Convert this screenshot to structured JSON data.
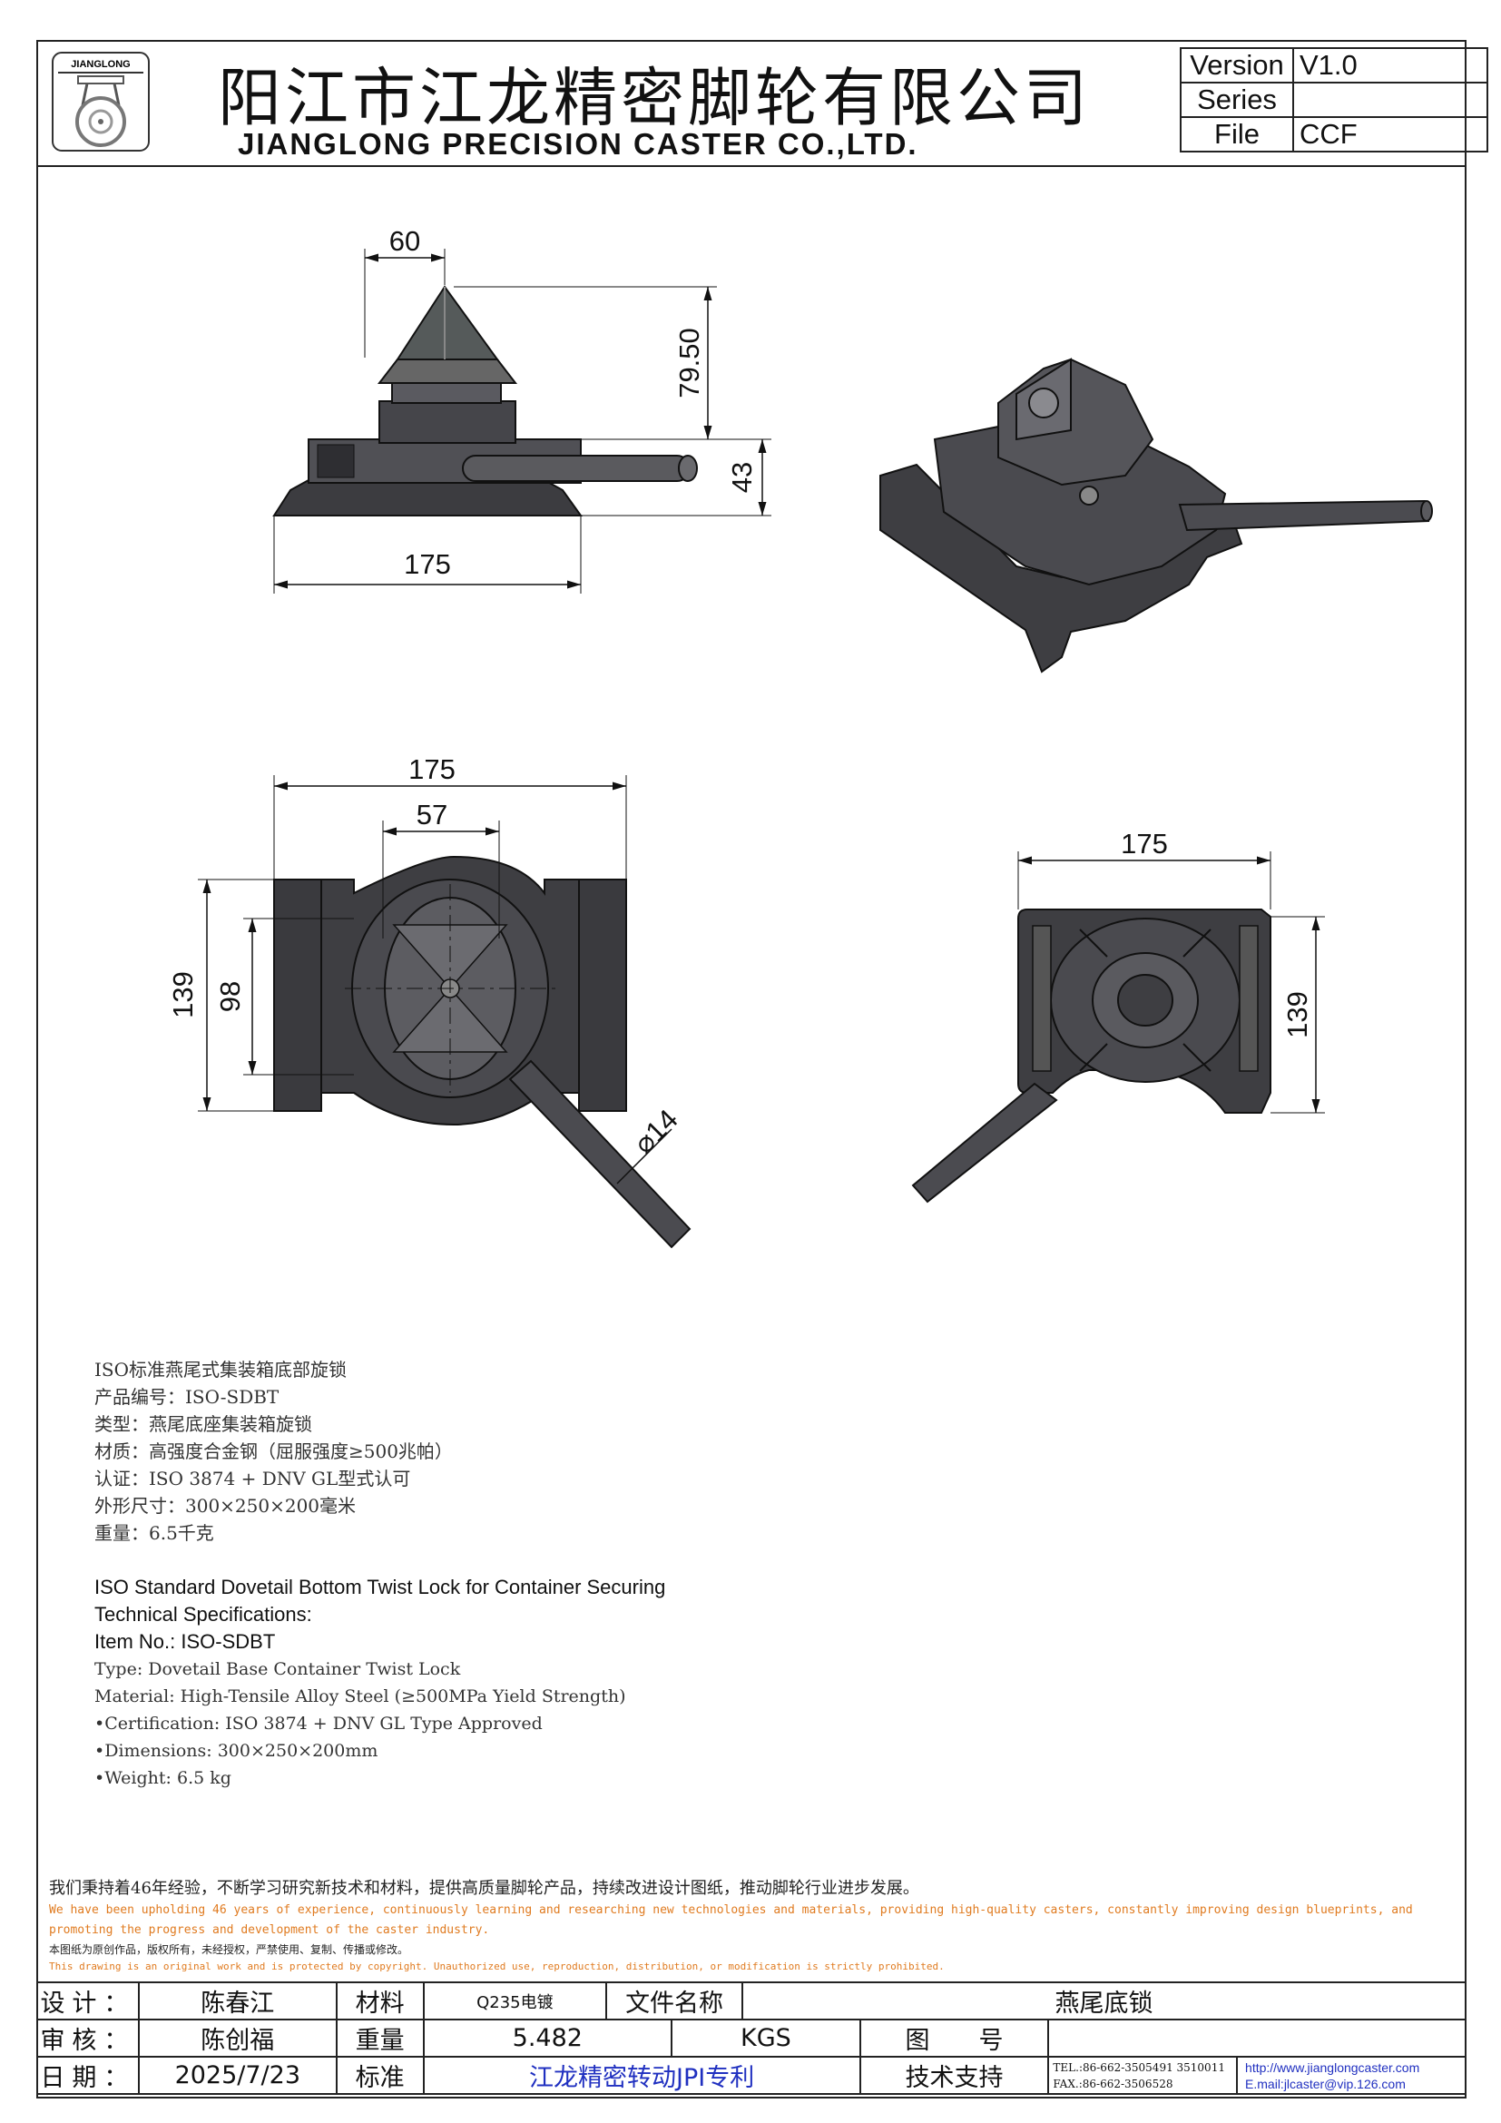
{
  "header": {
    "logo_text": "JIANGLONG",
    "company_cn": "阳江市江龙精密脚轮有限公司",
    "company_en": "JIANGLONG PRECISION CASTER CO.,LTD.",
    "meta": [
      {
        "key": "Version",
        "value": "V1.0"
      },
      {
        "key": "Series",
        "value": ""
      },
      {
        "key": "File",
        "value": "CCF"
      }
    ]
  },
  "dimensions": {
    "top_left": {
      "width_top": "60",
      "height_upper": "79.50",
      "height_base": "43",
      "width_base": "175"
    },
    "mid_left": {
      "width_total": "175",
      "width_inner": "57",
      "height_total": "139",
      "height_inner": "98",
      "rod_dia": "14"
    },
    "mid_right": {
      "width_total": "175",
      "height_total": "139"
    }
  },
  "spec_cn": [
    "ISO标准燕尾式集装箱底部旋锁",
    "产品编号：ISO-SDBT",
    "类型：燕尾底座集装箱旋锁",
    "材质：高强度合金钢（屈服强度≥500兆帕）",
    "认证：ISO 3874 + DNV GL型式认可",
    "外形尺寸：300×250×200毫米",
    "重量：6.5千克"
  ],
  "spec_en": {
    "title": "ISO Standard Dovetail Bottom Twist Lock for Container Securing",
    "subtitle": "Technical Specifications:",
    "item": "Item No.: ISO-SDBT",
    "lines": [
      "Type: Dovetail Base Container Twist Lock",
      "Material: High-Tensile Alloy Steel (≥500MPa Yield Strength)",
      "•Certification: ISO 3874 + DNV GL Type Approved",
      "•Dimensions: 300×250×200mm",
      "•Weight: 6.5 kg"
    ]
  },
  "notes": {
    "cn": "我们秉持着46年经验，不断学习研究新技术和材料，提供高质量脚轮产品，持续改进设计图纸，推动脚轮行业进步发展。",
    "en": "We have been upholding 46 years of experience, continuously learning and researching new technologies and materials, providing high-quality casters, constantly improving design blueprints, and promoting the progress and development of the caster industry.",
    "copyright_cn": "本图纸为原创作品，版权所有，未经授权，严禁使用、复制、传播或修改。",
    "copyright_en": "This drawing is an original work and is protected by copyright. Unauthorized use, reproduction, distribution, or modification is strictly prohibited."
  },
  "titleblock": {
    "design_label": "设计：",
    "design_value": "陈春江",
    "material_label": "材料",
    "material_value": "Q235电镀",
    "filename_label": "文件名称",
    "filename_value": "燕尾底锁",
    "review_label": "审核：",
    "review_value": "陈创福",
    "weight_label": "重量",
    "weight_value": "5.482",
    "weight_unit": "KGS",
    "drawing_label": "图　　号",
    "drawing_value": "",
    "date_label": "日期：",
    "date_value": "2025/7/23",
    "standard_label": "标准",
    "standard_value": "江龙精密转动JPI专利",
    "support_label": "技术支持",
    "tel": "TEL.:86-662-3505491 3510011",
    "fax": "FAX.:86-662-3506528",
    "web": "http://www.jianglongcaster.com",
    "email": "E.mail:jlcaster@vip.126.com"
  }
}
